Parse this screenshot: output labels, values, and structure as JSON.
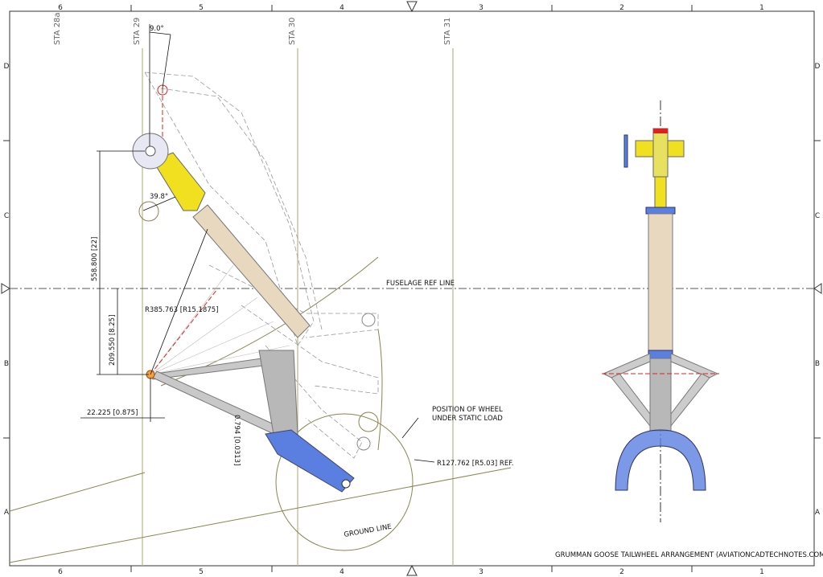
{
  "frame": {
    "zones_top": [
      "6",
      "5",
      "4",
      "3",
      "2",
      "1"
    ],
    "zones_side": [
      "D",
      "C",
      "B",
      "A"
    ]
  },
  "stations": [
    "STA 28a",
    "STA 29",
    "STA 30",
    "STA 31"
  ],
  "dimensions": {
    "angle_top": "9.0°",
    "angle_arm": "39.8°",
    "vertical_total": "558.800 [22]",
    "vertical_lower": "209.550 [8.25]",
    "radius_arm": "R385.763 [R15.1875]",
    "offset": "22.225 [0.875]",
    "gap": "0.794 [0.0313]",
    "wheel_radius": "R127.762 [R5.03] REF."
  },
  "notes": {
    "fuselage_ref": "FUSELAGE REF LINE",
    "wheel_pos_1": "POSITION OF WHEEL",
    "wheel_pos_2": "UNDER STATIC LOAD",
    "ground_line": "GROUND LINE"
  },
  "title": "GRUMMAN GOOSE TAILWHEEL ARRANGEMENT (AVIATIONCADTECHNOTES.COM)",
  "colors": {
    "yellow": "#f0e020",
    "blue": "#5a7fe0",
    "tan": "#e8d8c0",
    "olive": "#8a8450",
    "red": "#e02020"
  }
}
